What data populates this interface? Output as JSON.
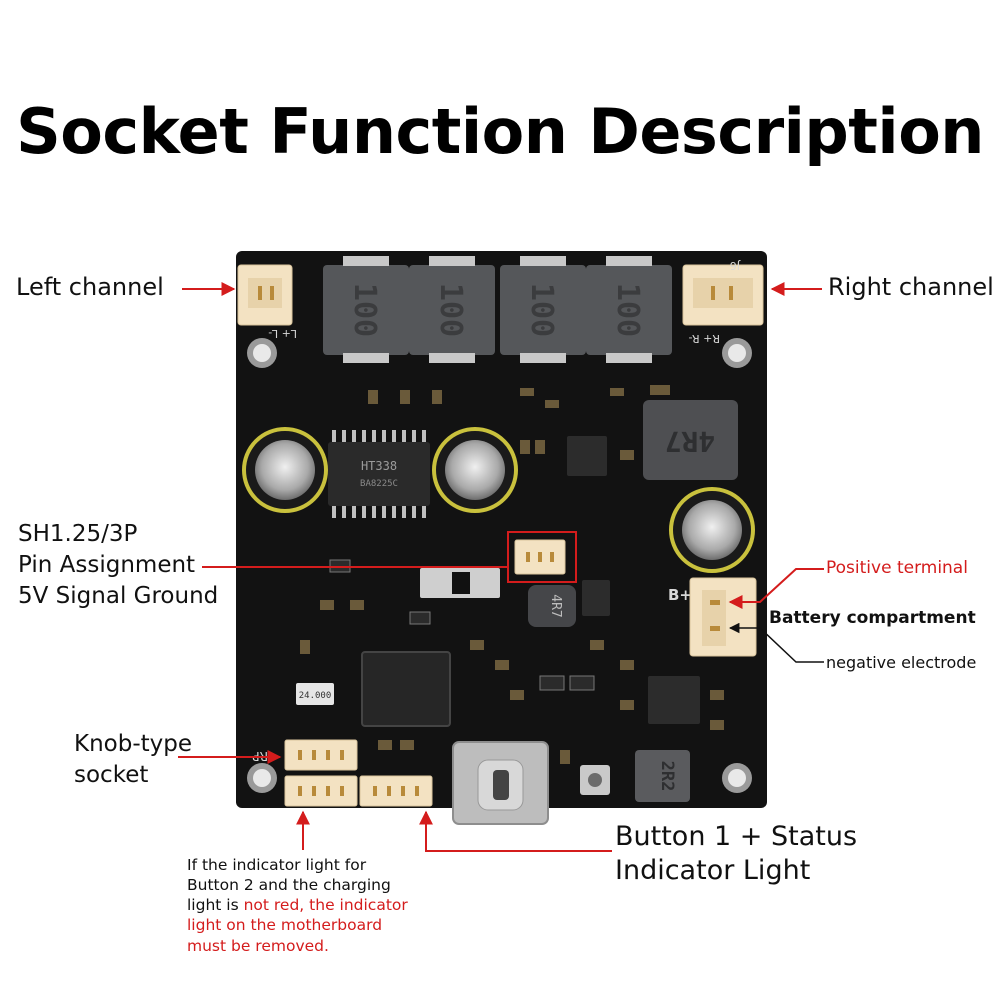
{
  "title": "Socket Function Description",
  "labels": {
    "left_channel": "Left channel",
    "right_channel": "Right channel",
    "sh_line1": "SH1.25/3P",
    "sh_line2": "Pin Assignment",
    "sh_line3": "5V Signal Ground",
    "positive_terminal": "Positive terminal",
    "battery_compartment": "Battery compartment",
    "negative_electrode": "negative electrode",
    "knob_line1": "Knob-type",
    "knob_line2": "socket",
    "button_line1": "Button 1 + Status",
    "button_line2": "Indicator Light"
  },
  "note": {
    "line1": "If the indicator light for",
    "line2": "Button 2 and the charging",
    "line3_black": "light is ",
    "line3_red": "not red, the indicator",
    "line4_red": "light on the motherboard",
    "line5_red": "must be removed."
  },
  "board": {
    "chip_main": "HT338",
    "chip_main_sub": "BA8225C",
    "inductor_top": "100",
    "inductor_right": "4R7",
    "inductor_mid": "4R7",
    "inductor_bottom": "2R2",
    "crystal": "24.000",
    "silk_left": "L+ L-",
    "silk_right": "R+ R-",
    "silk_j6": "J6",
    "silk_battery": "B+",
    "silk_rp": "RP"
  },
  "colors": {
    "pcb": "#121212",
    "connector": "#f3e2c2",
    "arrow": "#d41c1c",
    "accent_red": "#d41c1c"
  }
}
